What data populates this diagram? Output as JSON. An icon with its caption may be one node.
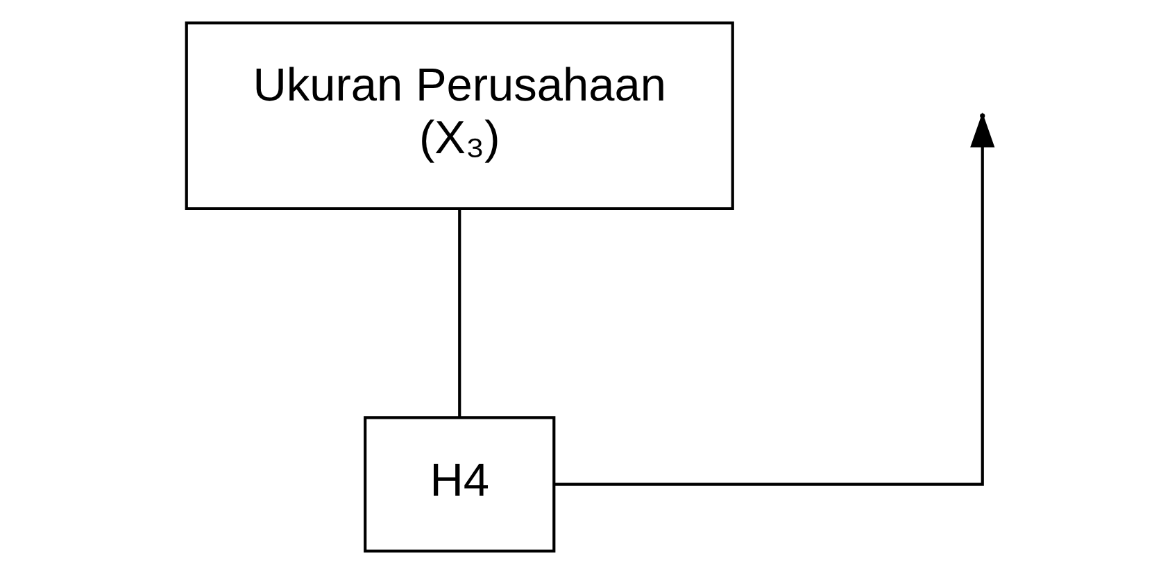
{
  "diagram": {
    "nodes": [
      {
        "text": [
          "Ukuran Perusahaan",
          "(X₃)"
        ]
      },
      {
        "text": [
          "H4"
        ]
      }
    ],
    "edges": [
      {
        "from": 0,
        "to": 1,
        "arrow": "none"
      },
      {
        "from": 1,
        "to": null,
        "arrow": "to"
      }
    ]
  }
}
